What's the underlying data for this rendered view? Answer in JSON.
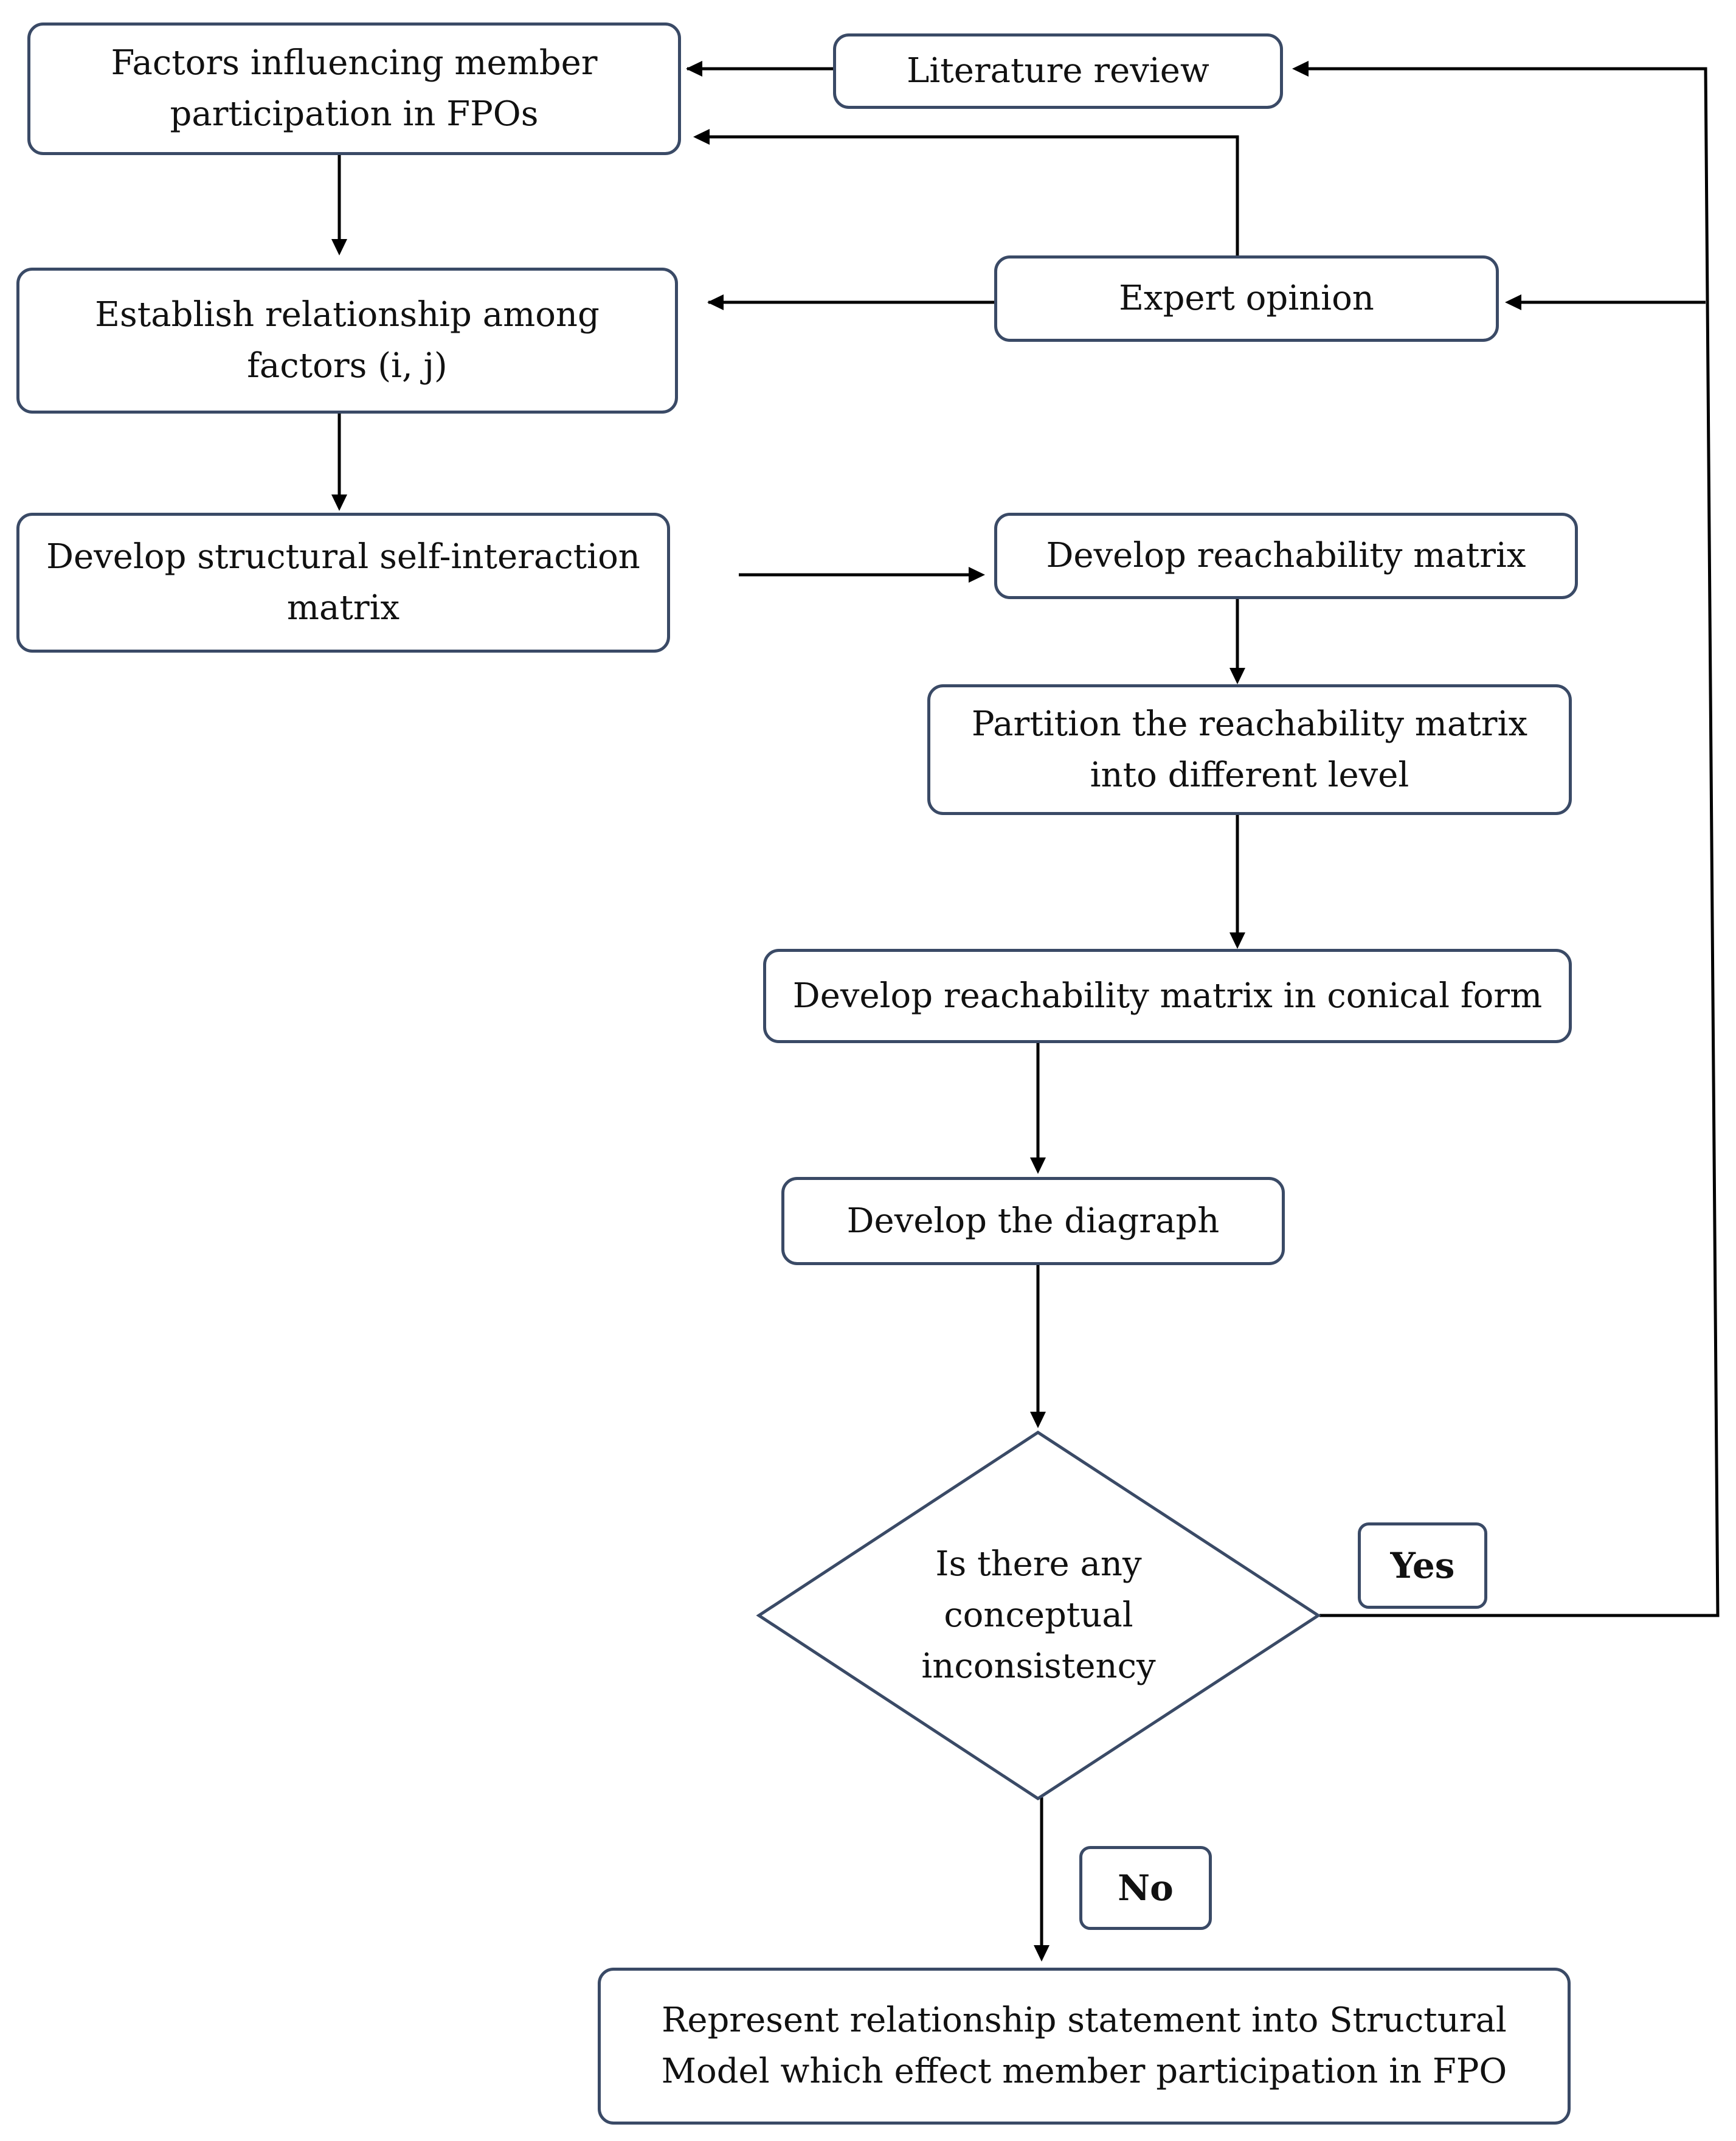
{
  "nodes": {
    "factors": "Factors influencing member participation in FPOs",
    "literature": "Literature review",
    "expert": "Expert opinion",
    "establish": "Establish relationship among factors (i, j)",
    "ssim": "Develop structural self-interaction matrix",
    "reachability": "Develop reachability matrix",
    "partition": "Partition the reachability matrix into different level",
    "conical": "Develop reachability matrix in conical form",
    "diagraph": "Develop the diagraph",
    "decision": "Is there any\nconceptual\ninconsistency",
    "represent": "Represent relationship statement into Structural Model which effect member participation in FPO"
  },
  "labels": {
    "yes": "Yes",
    "no": "No"
  },
  "colors": {
    "border": "#3a4a66",
    "line": "#000000"
  }
}
